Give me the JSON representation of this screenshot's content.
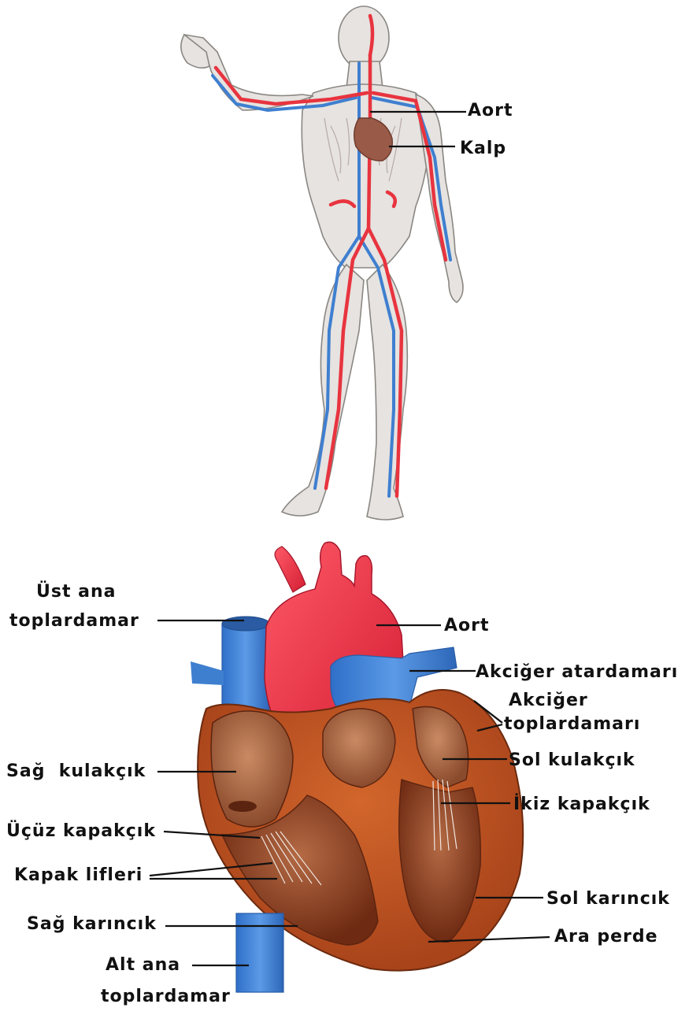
{
  "body_figure": {
    "labels": {
      "aort": "Aort",
      "kalp": "Kalp"
    }
  },
  "heart_figure": {
    "labels": {
      "ust_ana_line1": "Üst ana",
      "ust_ana_line2": "toplardamar",
      "aort": "Aort",
      "akciger_atardamari": "Akciğer atardamarı",
      "akciger_toplardamari_line1": "Akciğer",
      "akciger_toplardamari_line2": "toplardamarı",
      "sag_kulakcik": "Sağ  kulakçık",
      "sol_kulakcik": "Sol kulakçık",
      "ikiz_kapakcik": "İkiz kapakçık",
      "ucuz_kapakcik": "Üçüz kapakçık",
      "kapak_lifleri": "Kapak lifleri",
      "sol_karincik": "Sol karıncık",
      "sag_karincik": "Sağ karıncık",
      "ara_perde": "Ara perde",
      "alt_ana_line1": "Alt ana",
      "alt_ana_line2": "toplardamar"
    }
  },
  "colors": {
    "artery": "#e8343f",
    "vein": "#3f7fd0",
    "heart_wall": "#b8501f",
    "heart_inner": "#8a3a1a",
    "skin": "#e6e3e0",
    "skin_outline": "#8a8783"
  }
}
